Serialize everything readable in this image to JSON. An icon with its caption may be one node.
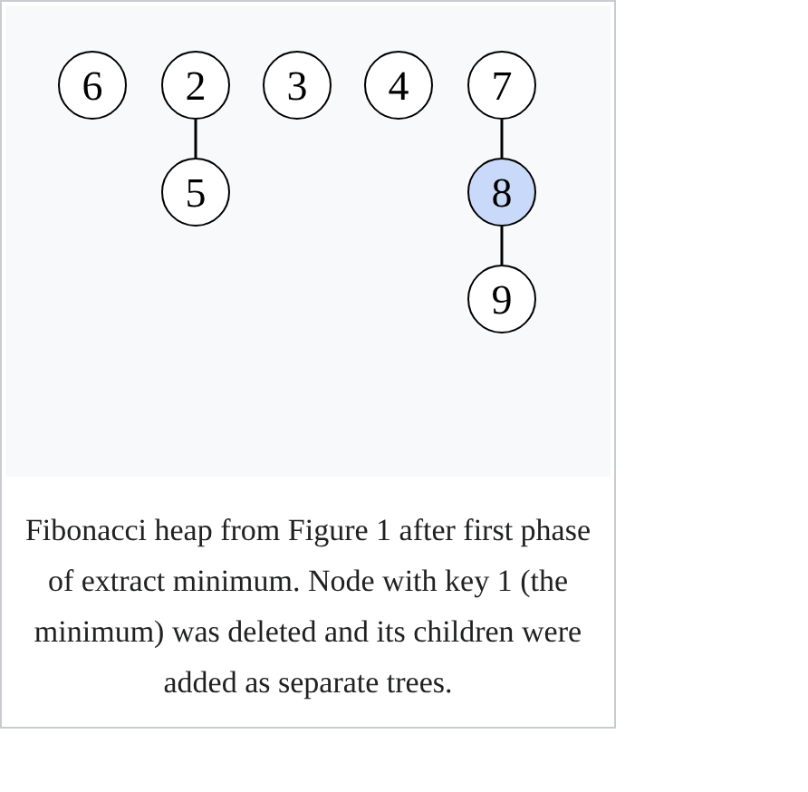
{
  "diagram": {
    "nodes": [
      {
        "text": [
          "6"
        ]
      },
      {
        "text": [
          "2"
        ]
      },
      {
        "text": [
          "3"
        ]
      },
      {
        "text": [
          "4"
        ]
      },
      {
        "text": [
          "7"
        ]
      },
      {
        "text": [
          "5"
        ]
      },
      {
        "text": [
          "8"
        ]
      },
      {
        "text": [
          "9"
        ]
      }
    ],
    "edges": [
      {
        "from": 1,
        "to": 5,
        "arrow": "none"
      },
      {
        "from": 4,
        "to": 6,
        "arrow": "none"
      },
      {
        "from": 6,
        "to": 7,
        "arrow": "none"
      }
    ],
    "caption": "Fibonacci heap from Figure 1 after first phase of extract minimum. Node with key 1 (the minimum) was deleted and its children were added as separate trees."
  }
}
